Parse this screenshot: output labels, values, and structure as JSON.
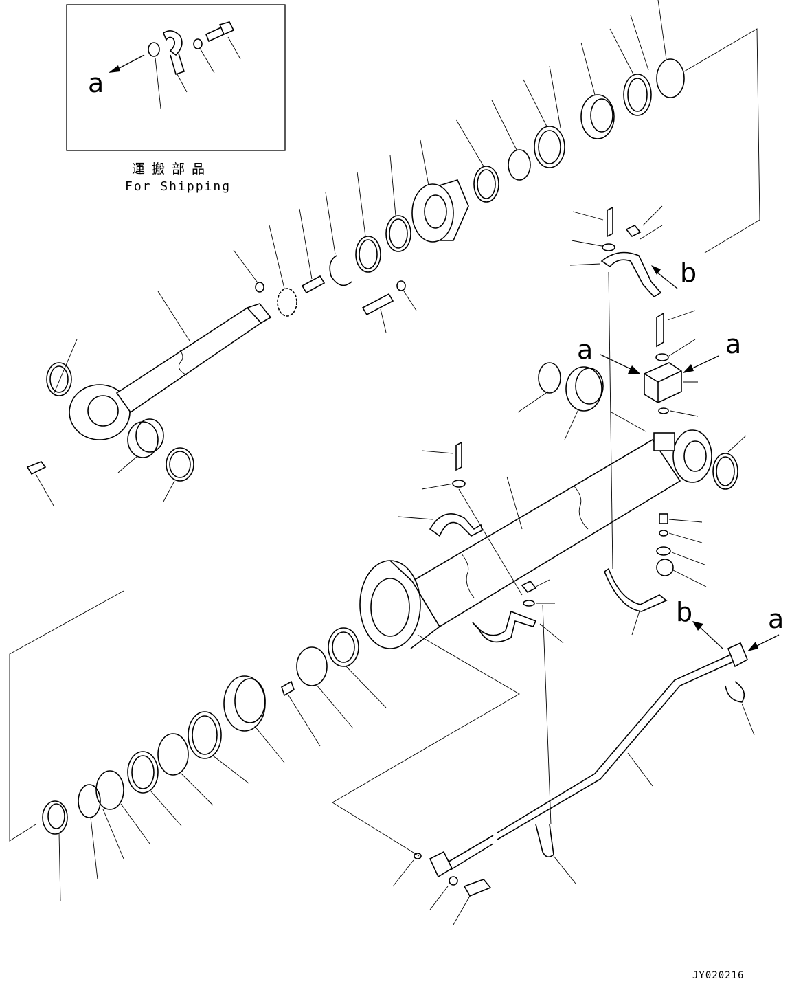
{
  "inset": {
    "caption_jp": "運搬部品",
    "caption_en": "For Shipping",
    "ref_label": "a"
  },
  "refs": {
    "a": "a",
    "b": "b"
  },
  "drawing_code": "JY020216"
}
